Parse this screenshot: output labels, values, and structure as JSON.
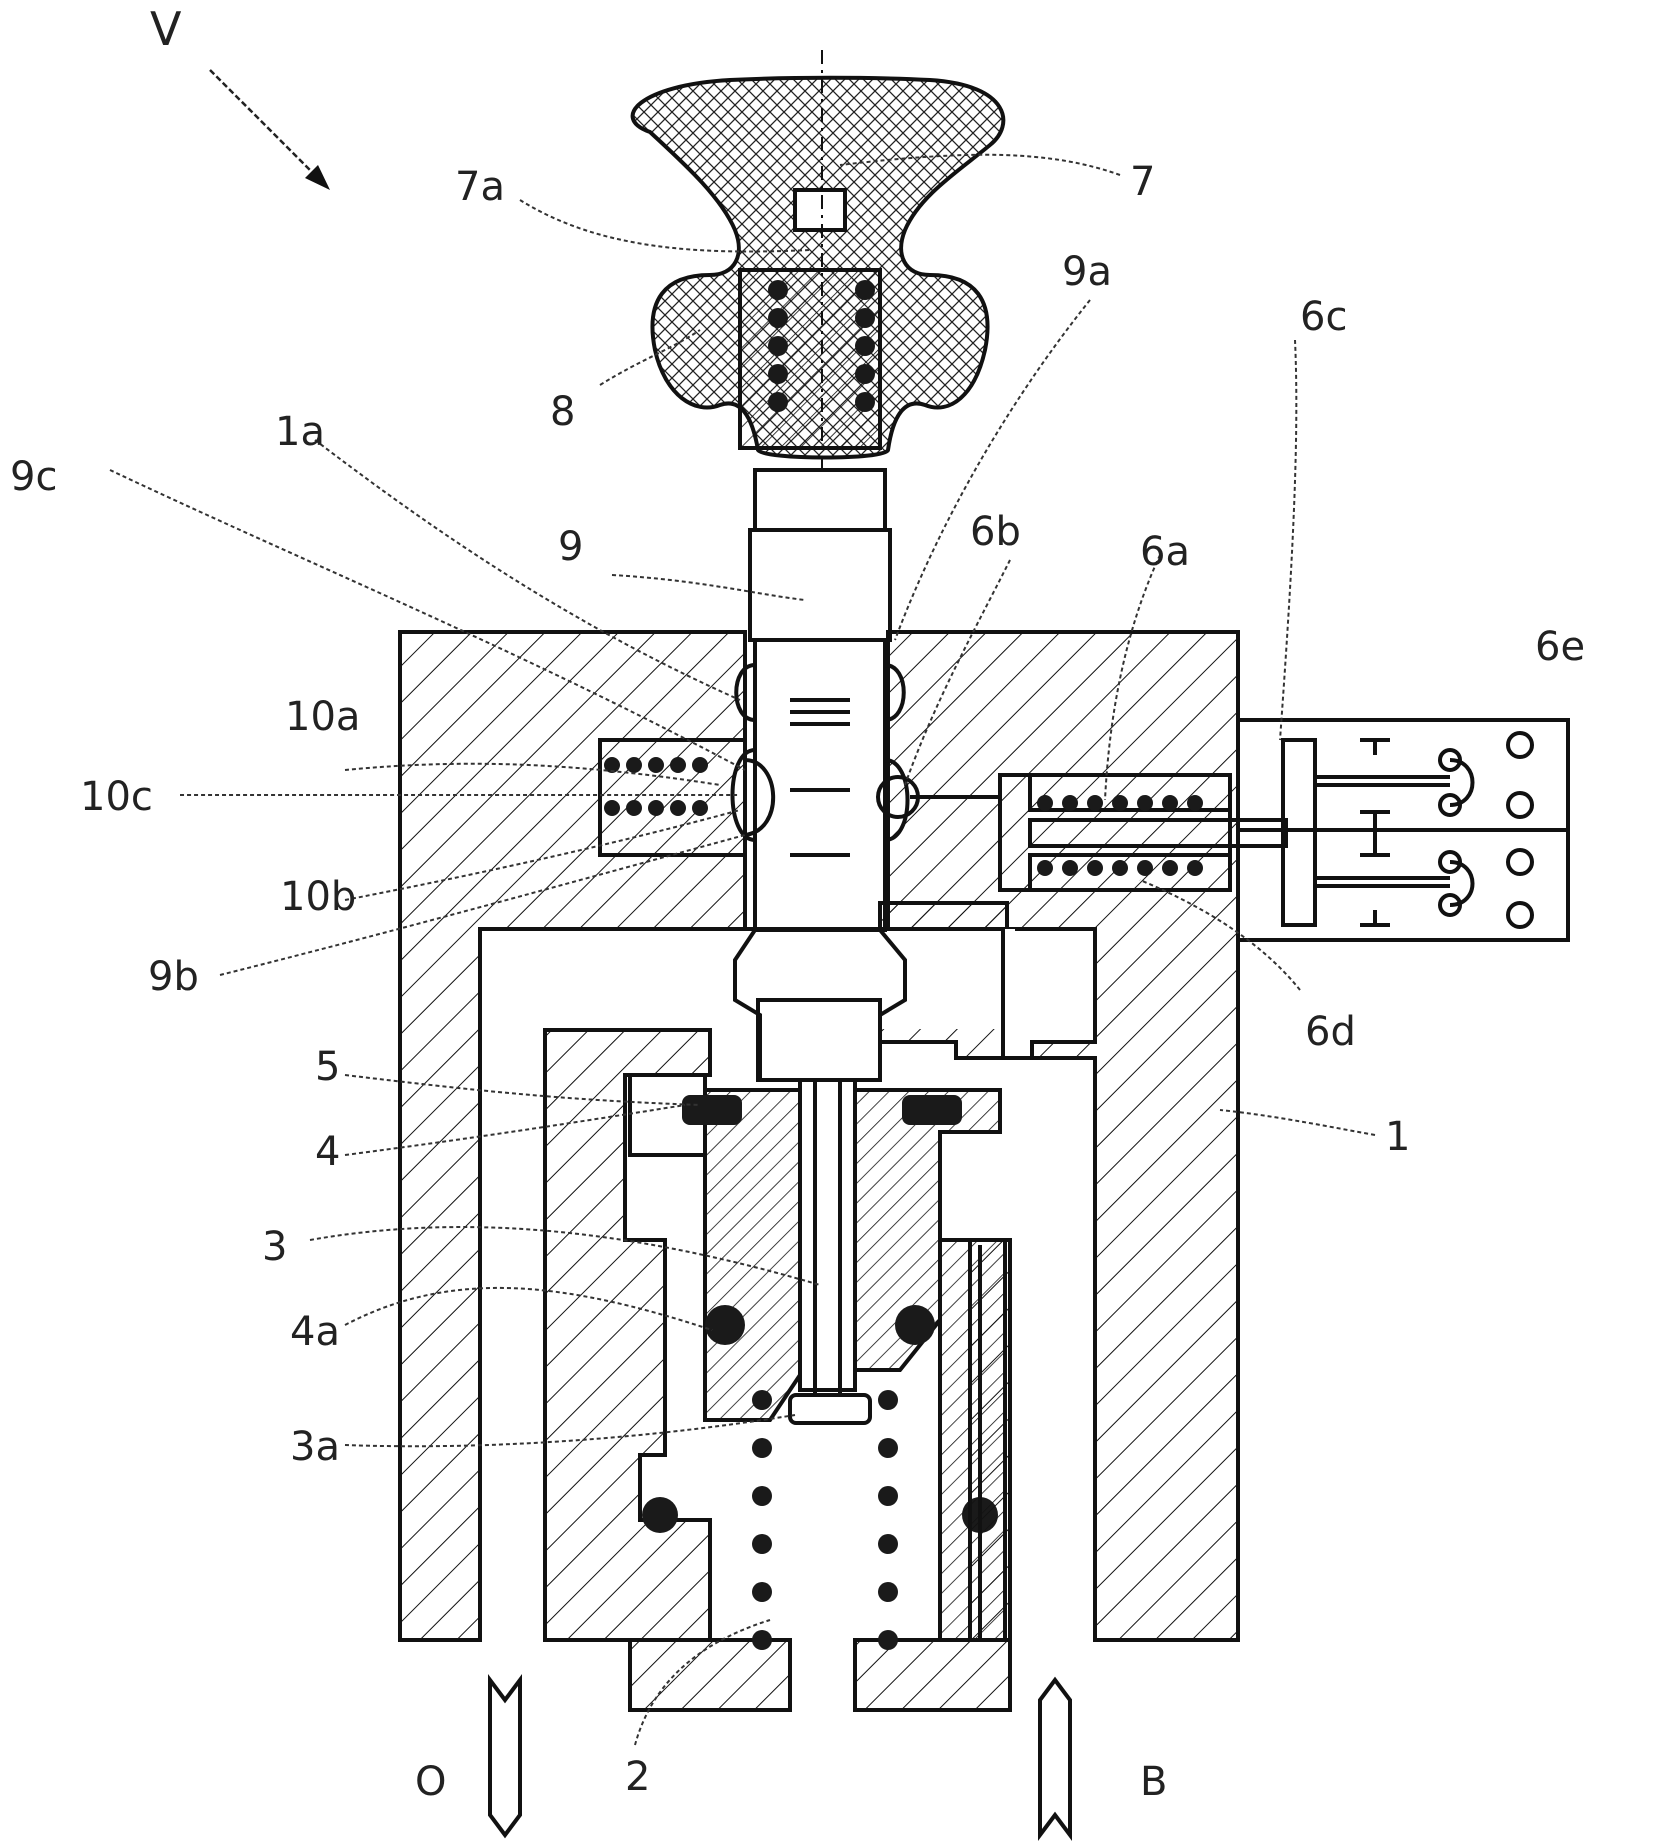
{
  "figure": {
    "reference": "V",
    "colors": {
      "line": "#111111",
      "background": "#ffffff",
      "coil": "#1a1a1a"
    },
    "labels": {
      "l_7a": "7a",
      "l_7": "7",
      "l_8": "8",
      "l_9a": "9a",
      "l_6c": "6c",
      "l_1a": "1a",
      "l_9c": "9c",
      "l_9": "9",
      "l_6b": "6b",
      "l_6a": "6a",
      "l_6e": "6e",
      "l_10a": "10a",
      "l_10c": "10c",
      "l_10b": "10b",
      "l_9b": "9b",
      "l_6d": "6d",
      "l_5": "5",
      "l_4": "4",
      "l_1": "1",
      "l_3": "3",
      "l_4a": "4a",
      "l_3a": "3a",
      "l_2": "2",
      "l_o": "O",
      "l_8b": "B"
    }
  }
}
